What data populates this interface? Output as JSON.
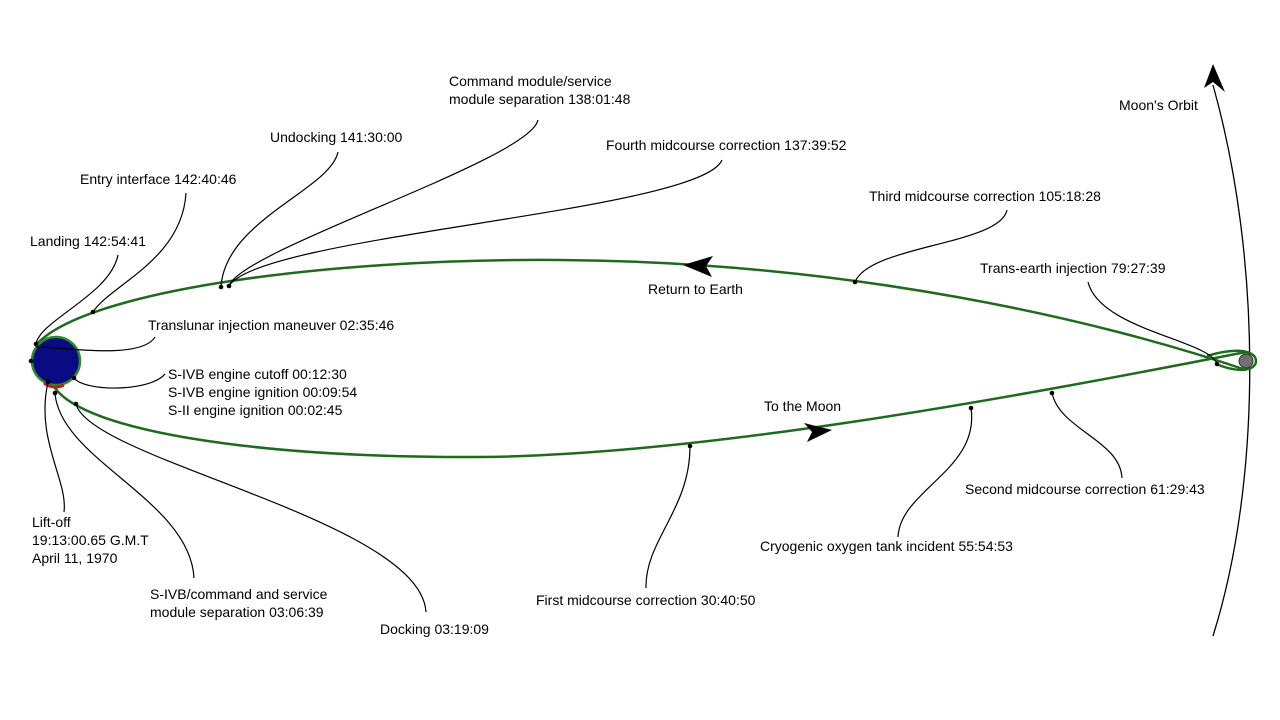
{
  "labels": {
    "command_module_sep_1": "Command module/service",
    "command_module_sep_2": "module separation 138:01:48",
    "undocking": "Undocking 141:30:00",
    "fourth_midcourse": "Fourth midcourse correction 137:39:52",
    "entry_interface": "Entry interface 142:40:46",
    "moons_orbit": "Moon's Orbit",
    "third_midcourse": "Third midcourse correction 105:18:28",
    "landing": "Landing 142:54:41",
    "trans_earth": "Trans-earth injection 79:27:39",
    "return_to_earth": "Return to Earth",
    "translunar_injection": "Translunar injection maneuver 02:35:46",
    "sivb_cutoff": "S-IVB engine cutoff 00:12:30",
    "sivb_ignition": "S-IVB engine ignition 00:09:54",
    "sii_ignition": "S-II engine ignition 00:02:45",
    "to_the_moon": "To the Moon",
    "second_midcourse": "Second midcourse correction 61:29:43",
    "liftoff_1": "Lift-off",
    "liftoff_2": "19:13:00.65 G.M.T",
    "liftoff_3": "April 11, 1970",
    "cryo_incident": "Cryogenic oxygen tank incident 55:54:53",
    "sivb_csm_sep_1": "S-IVB/command and service",
    "sivb_csm_sep_2": "module separation 03:06:39",
    "first_midcourse": "First midcourse correction 30:40:50",
    "docking": "Docking 03:19:09"
  },
  "colors": {
    "trajectory": "#1e6b1e",
    "earth": "#0a0a82",
    "earth_ring": "#2e8b2e",
    "launch_mark": "#b22222",
    "moon": "#707070",
    "leader": "#000000",
    "text": "#000000"
  }
}
